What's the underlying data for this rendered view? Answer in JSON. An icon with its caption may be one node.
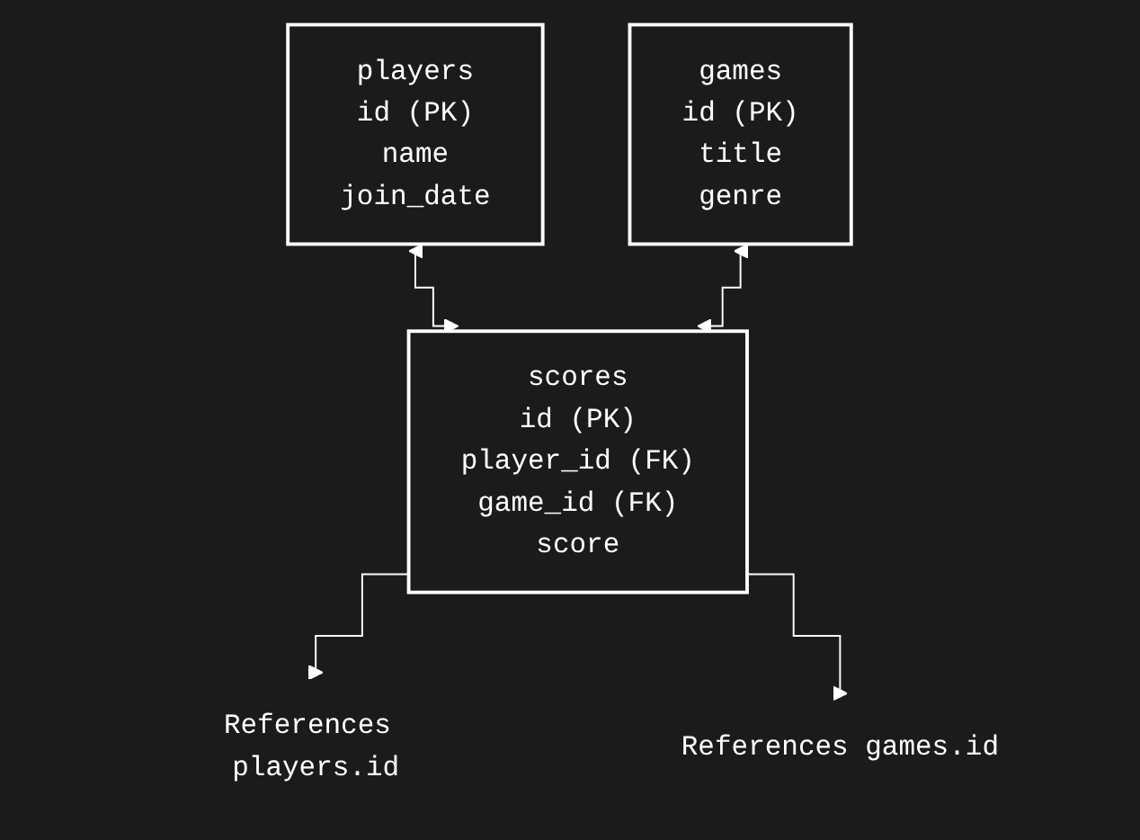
{
  "diagram": {
    "nodes": [
      {
        "text": [
          "players",
          "id (PK)",
          "name",
          "join_date"
        ]
      },
      {
        "text": [
          "games",
          "id (PK)",
          "title",
          "genre"
        ]
      },
      {
        "text": [
          "scores",
          "id (PK)",
          "player_id (FK)",
          "game_id (FK)",
          "score"
        ]
      },
      {
        "text": [
          "References players.id"
        ]
      },
      {
        "text": [
          "References games.id"
        ]
      }
    ],
    "edges": [
      {
        "from": 0,
        "to": 2,
        "arrow": "both"
      },
      {
        "from": 1,
        "to": 2,
        "arrow": "both"
      },
      {
        "from": 2,
        "to": 3,
        "arrow": "to"
      },
      {
        "from": 2,
        "to": 4,
        "arrow": "to"
      }
    ]
  }
}
